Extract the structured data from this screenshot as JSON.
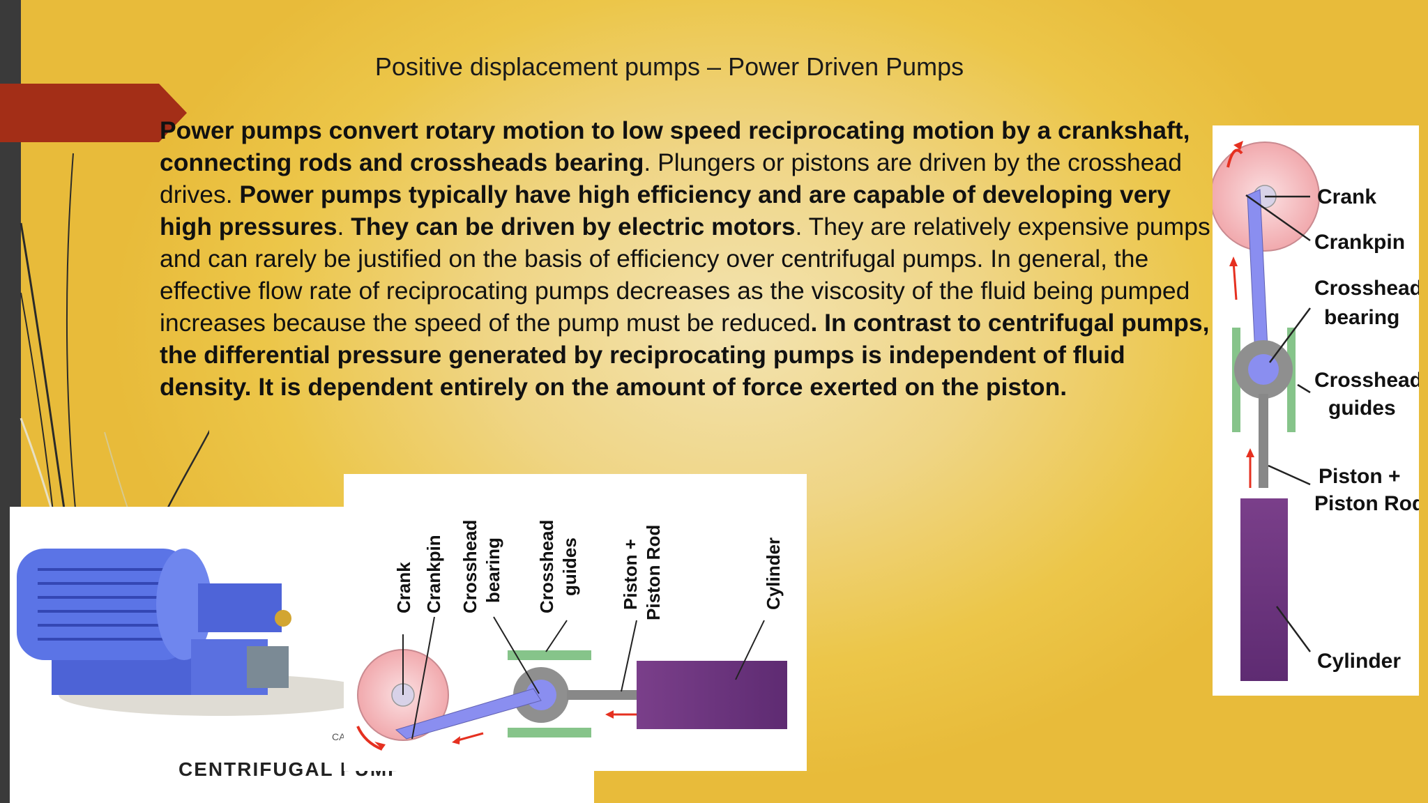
{
  "title": "Positive displacement pumps – Power Driven Pumps",
  "body": {
    "s1": "Power pumps convert rotary motion to low speed reciprocating motion by a crankshaft, connecting rods and crossheads bearing",
    "s2": ". Plungers or pistons are driven by the crosshead drives. ",
    "s3": "Power pumps typically have high efficiency and are capable of developing very high pressures",
    "s4": ". ",
    "s5": "They can be driven by electric motors",
    "s6": ". They are relatively expensive pumps and can rarely be justified on the basis of efficiency over centrifugal pumps. In general, the effective flow rate of reciprocating pumps decreases as the viscosity of the fluid being pumped increases because the speed of the pump must be reduced",
    "s7": ". In contrast to centrifugal pumps, the differential pressure generated by reciprocating pumps is independent of fluid density. It is dependent entirely on the amount of force exerted on the piston."
  },
  "pump_photo": {
    "caption": "CENTRIFUGAL PUMP",
    "small_mark": "CA"
  },
  "diagram_horizontal": {
    "labels": [
      "Crank",
      "Crankpin",
      "Crosshead",
      "bearing",
      "Crosshead",
      "guides",
      "Piston +",
      "Piston Rod",
      "Cylinder"
    ]
  },
  "diagram_vertical": {
    "labels": [
      "Crank",
      "Crankpin",
      "Crosshead",
      "bearing",
      "Crosshead",
      "guides",
      "Piston +",
      "Piston Rod",
      "Cylinder"
    ]
  },
  "colors": {
    "accent_red": "#a32e17",
    "background_gold": "#ecc649",
    "cylinder_purple": "#6a2f7a",
    "guide_green": "#86c48a"
  }
}
